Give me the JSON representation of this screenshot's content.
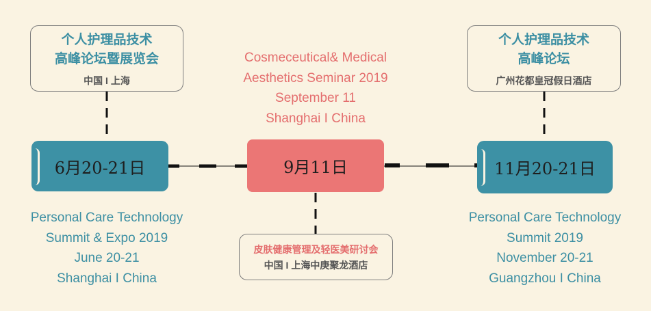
{
  "colors": {
    "background": "#faf3e2",
    "teal": "#3d91a5",
    "coral": "#eb7675",
    "text_teal": "#3c8fa3",
    "text_coral": "#e46e6e"
  },
  "events": {
    "left": {
      "box_title_1": "个人护理品技术",
      "box_title_2": "高峰论坛暨展览会",
      "box_location": "中国 I 上海",
      "date": "6月20-21日",
      "desc": [
        "Personal Care Technology",
        "Summit & Expo 2019",
        "June 20-21",
        "Shanghai I China"
      ]
    },
    "center": {
      "desc": [
        "Cosmeceutical& Medical",
        "Aesthetics Seminar 2019",
        "September 11",
        "Shanghai I China"
      ],
      "date": "9月11日",
      "box_title": "皮肤健康管理及轻医美研讨会",
      "box_location": "中国 I 上海中庚聚龙酒店"
    },
    "right": {
      "box_title_1": "个人护理品技术",
      "box_title_2": "高峰论坛",
      "box_location": "广州花都皇冠假日酒店",
      "date": "11月20-21日",
      "desc": [
        "Personal Care Technology",
        "Summit 2019",
        "November 20-21",
        "Guangzhou I China"
      ]
    }
  }
}
